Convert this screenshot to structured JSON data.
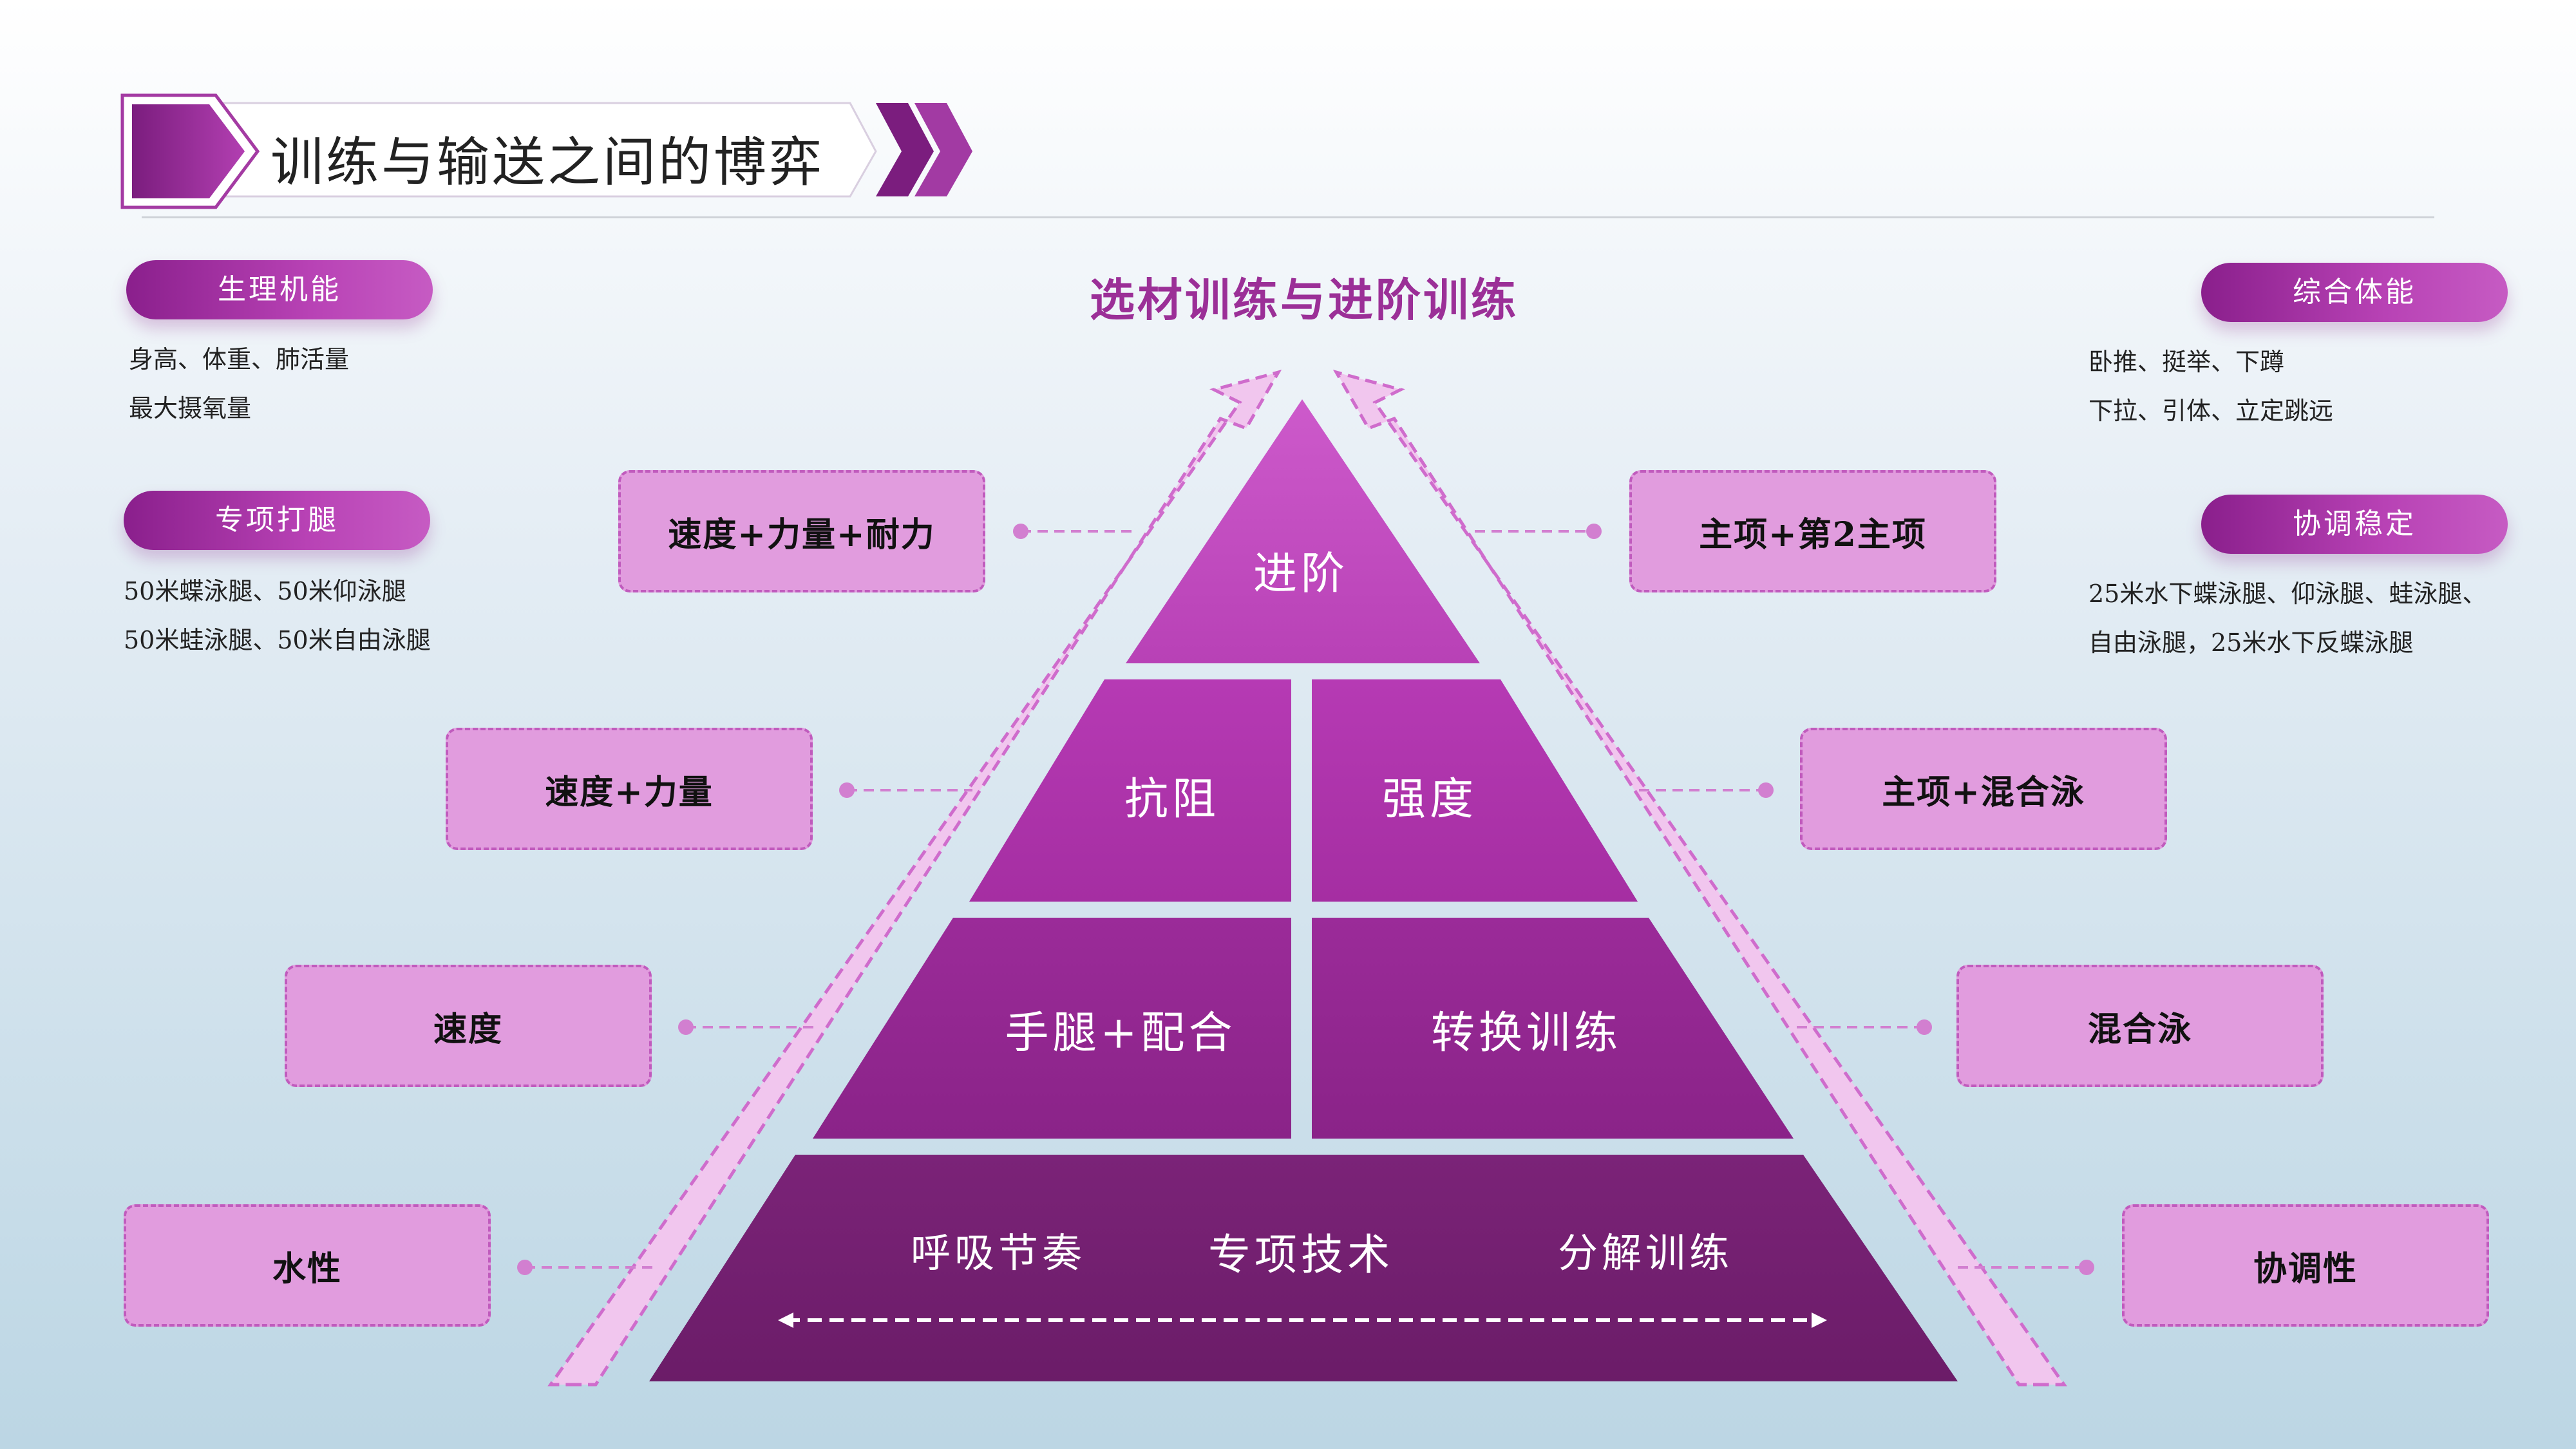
{
  "header": {
    "title": "训练与输送之间的博弈"
  },
  "main_title": "选材训练与进阶训练",
  "left_panel": {
    "physiology": {
      "label": "生理机能",
      "lines": [
        "身高、体重、肺活量",
        "最大摄氧量"
      ]
    },
    "kick": {
      "label": "专项打腿",
      "lines": [
        "50米蝶泳腿、50米仰泳腿",
        "50米蛙泳腿、50米自由泳腿"
      ]
    }
  },
  "right_panel": {
    "fitness": {
      "label": "综合体能",
      "lines": [
        "卧推、挺举、下蹲",
        "下拉、引体、立定跳远"
      ]
    },
    "coordination": {
      "label": "协调稳定",
      "lines": [
        "25米水下蝶泳腿、仰泳腿、蛙泳腿、",
        "自由泳腿，25米水下反蝶泳腿"
      ]
    }
  },
  "pyramid": {
    "level1": "进阶",
    "level2": [
      "抗阻",
      "强度"
    ],
    "level3": [
      "手腿+配合",
      "转换训练"
    ],
    "base": [
      "呼吸节奏",
      "专项技术",
      "分解训练"
    ]
  },
  "left_boxes": [
    "速度+力量+耐力",
    "速度+力量",
    "速度",
    "水性"
  ],
  "right_boxes": [
    "主项+第2主项",
    "主项+混合泳",
    "混合泳",
    "协调性"
  ],
  "colors": {
    "accent": "#9b2f97",
    "box_fill": "#e19cde",
    "pyramid_top": "#c54fc4",
    "pyramid_base": "#6f1e6c"
  }
}
